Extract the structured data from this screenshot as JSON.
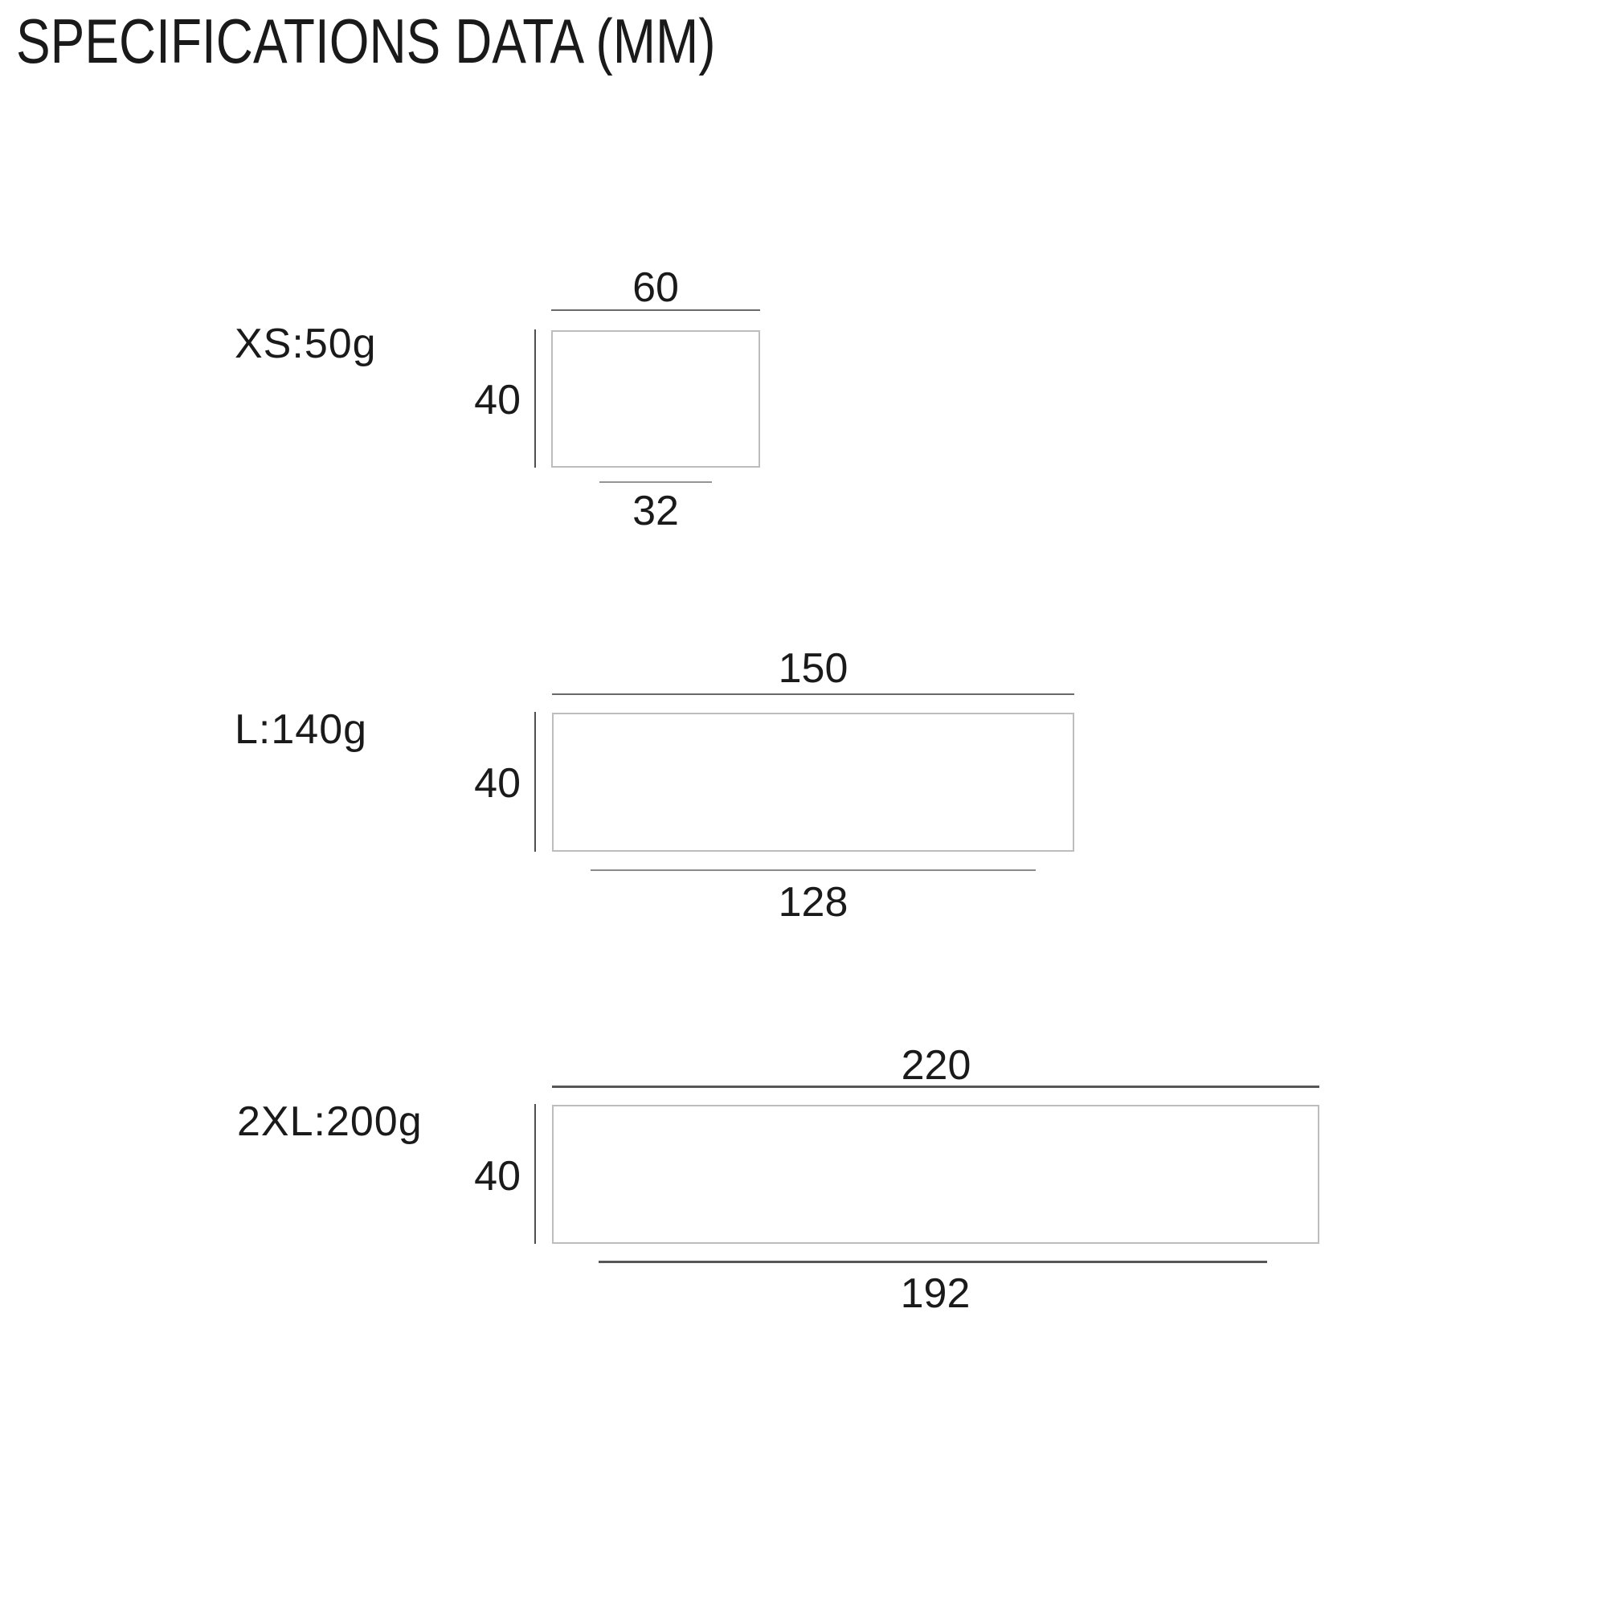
{
  "page": {
    "title": "SPECIFICATIONS DATA (MM)",
    "units": "mm",
    "background": "#ffffff"
  },
  "colors": {
    "text": "#1a1a1a",
    "dimension_line": "#6a6a6a",
    "dimension_line_light": "#949494",
    "dimension_line_dark": "#575757",
    "height_dimension_line": "#4f4f4f",
    "product_outline": "#bdbdbd",
    "background": "#ffffff"
  },
  "diagrams": [
    {
      "size": "XS",
      "weight": "50g",
      "label": "XS:50g",
      "top_width": "60",
      "height": "40",
      "bottom_width": "32"
    },
    {
      "size": "L",
      "weight": "140g",
      "label": "L:140g",
      "top_width": "150",
      "height": "40",
      "bottom_width": "128"
    },
    {
      "size": "2XL",
      "weight": "200g",
      "label": "2XL:200g",
      "top_width": "220",
      "height": "40",
      "bottom_width": "192"
    }
  ]
}
